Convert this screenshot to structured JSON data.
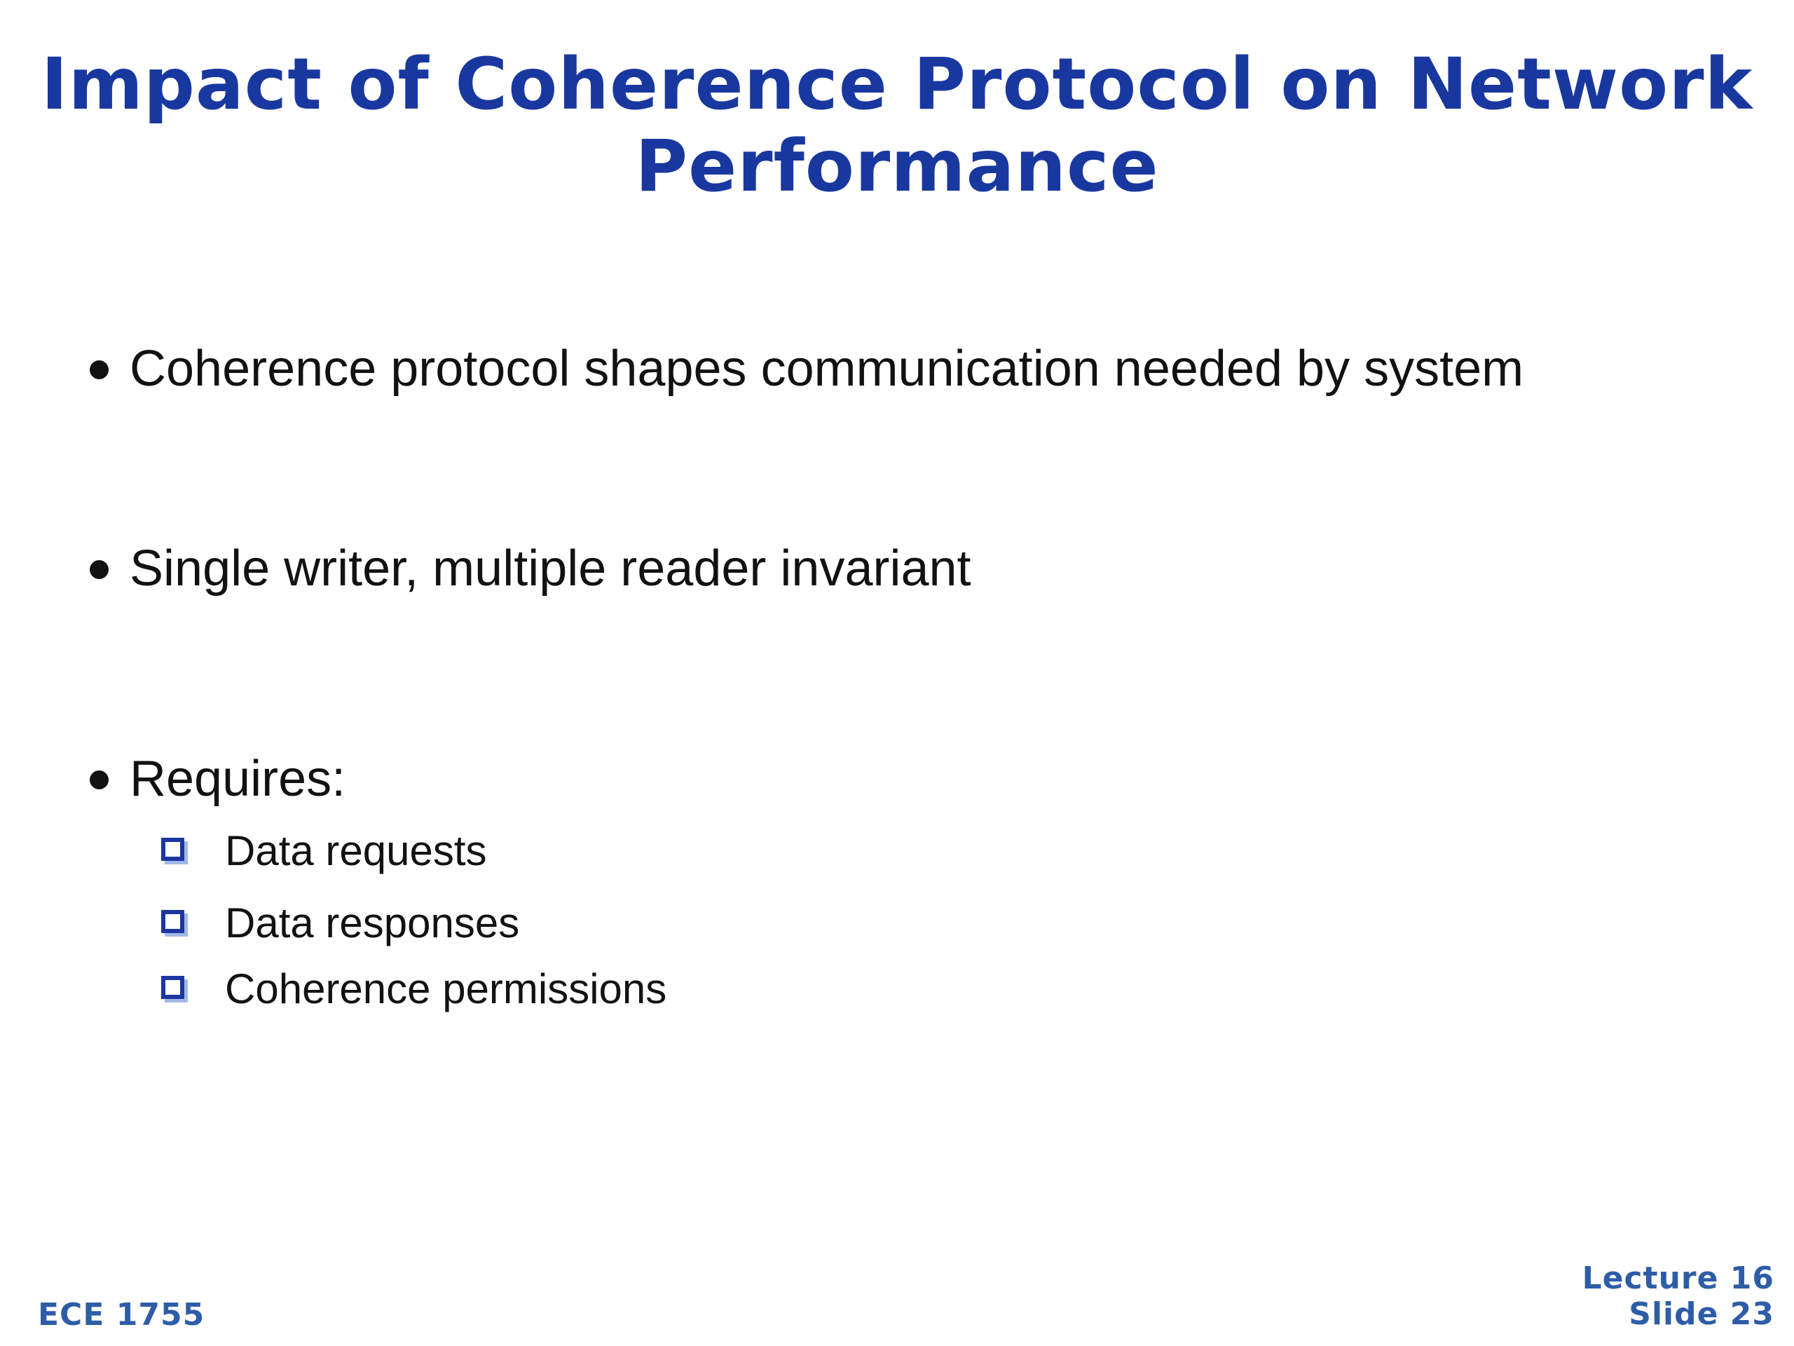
{
  "slide": {
    "title": {
      "line1": "Impact of Coherence Protocol on Network",
      "line2": "Performance"
    },
    "bullets": [
      {
        "label": "Coherence protocol shapes communication needed by system"
      },
      {
        "label": "Single writer, multiple reader invariant"
      },
      {
        "label": "Requires:",
        "sub_items": [
          "Data requests",
          "Data responses",
          "Coherence permissions"
        ]
      }
    ],
    "footer": {
      "course": "ECE 1755",
      "lecture": "Lecture 16",
      "slide": "Slide 23"
    },
    "colors": {
      "title_blue": "#19389f",
      "footer_blue": "#2e5da7",
      "body_text": "#121212",
      "square_border": "#1c36a3",
      "square_shadow": "#a3b8e6",
      "background": "#ffffff"
    }
  }
}
